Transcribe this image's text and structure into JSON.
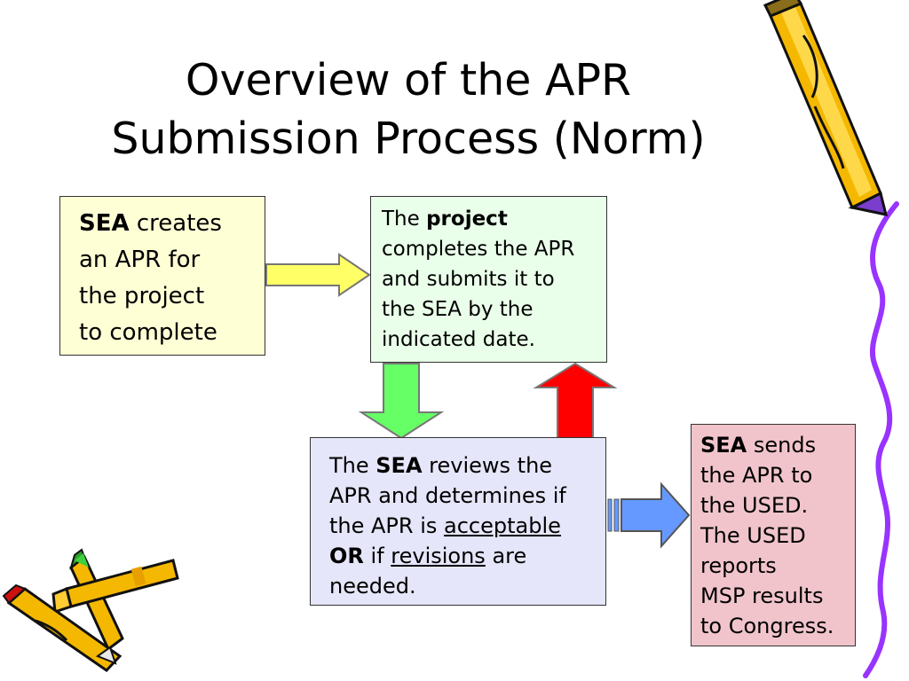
{
  "title": {
    "line1": "Overview of the APR",
    "line2": "Submission Process (Norm)"
  },
  "boxes": {
    "sea_create": {
      "bold": "SEA",
      "rest1": " creates",
      "line2": "an APR for",
      "line3": "the project",
      "line4": "to complete"
    },
    "project_complete": {
      "line1_pre": "The ",
      "line1_bold": "project",
      "line2": "completes the APR",
      "line3": "and submits it to",
      "line4": "the SEA by the",
      "line5": "indicated date."
    },
    "sea_review": {
      "line1_pre": "The ",
      "line1_bold": "SEA",
      "line1_post": " reviews the",
      "line2": "APR and determines if",
      "line3_pre": "the APR is ",
      "line3_u": "acceptable",
      "line4_bold": "OR",
      "line4_mid": " if ",
      "line4_u": "revisions",
      "line4_post": " are",
      "line5": "needed."
    },
    "sea_send": {
      "line1_bold": "SEA",
      "line1_post": " sends",
      "line2": "the APR to",
      "line3": "the USED.",
      "line4": "The USED",
      "line5": "reports",
      "line6": "MSP results",
      "line7": "to Congress."
    }
  },
  "colors": {
    "box1_fill": "#ffffd6",
    "box2_fill": "#eaffea",
    "box3_fill": "#e6e6fa",
    "box4_fill": "#f1c4cb",
    "arrow_yellow": "#ffff66",
    "arrow_green": "#66ff66",
    "arrow_red": "#ff0000",
    "arrow_blue": "#6699ff",
    "squiggle": "#9933ff",
    "pencil_body": "#f5b800"
  },
  "decorations": [
    "pencil-icon",
    "crayons-icon",
    "squiggle-line"
  ]
}
